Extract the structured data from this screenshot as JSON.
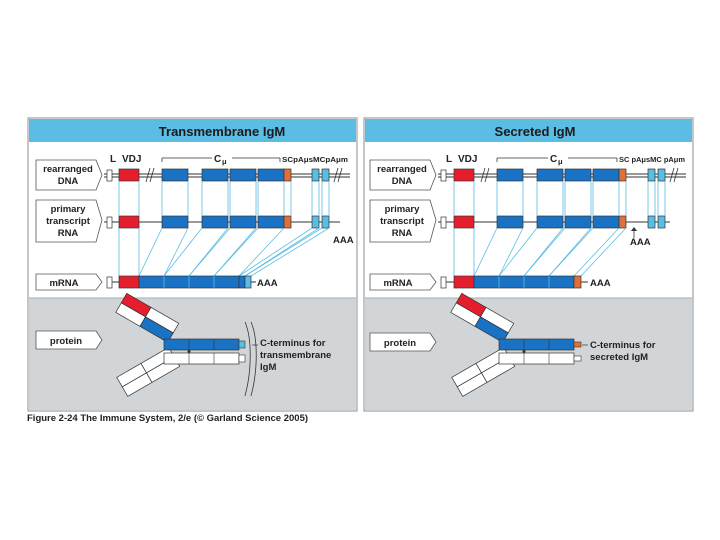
{
  "left": {
    "title": "Transmembrane  IgM",
    "tail_label": "C-terminus for transmembrane IgM",
    "tail_lines": [
      "C-terminus for",
      "transmembrane",
      "IgM"
    ]
  },
  "right": {
    "title": "Secreted  IgM",
    "tail_label": "C-terminus for secreted IgM",
    "tail_lines": [
      "C-terminus for",
      "secreted IgM"
    ]
  },
  "rows": {
    "dna": [
      "rearranged",
      "DNA"
    ],
    "primary": [
      "primary",
      "transcript",
      "RNA"
    ],
    "mrna": [
      "mRNA"
    ],
    "protein": [
      "protein"
    ]
  },
  "gene_labels": {
    "L": "L",
    "VDJ": "VDJ",
    "C": "C",
    "mu": "μ",
    "sites": "SCpAμsMCpAμm",
    "sites_right": "SC pAμsMC pAμm"
  },
  "polyA": "AAA",
  "caption": "Figure 2-24 The Immune System, 2/e (© Garland Science 2005)",
  "colors": {
    "panel_blue": "#5bbde4",
    "exon_blue": "#1a72c4",
    "vdj_red": "#e41e2c",
    "sc_orange": "#e0703a",
    "protein_band": "#d2d5d8"
  }
}
